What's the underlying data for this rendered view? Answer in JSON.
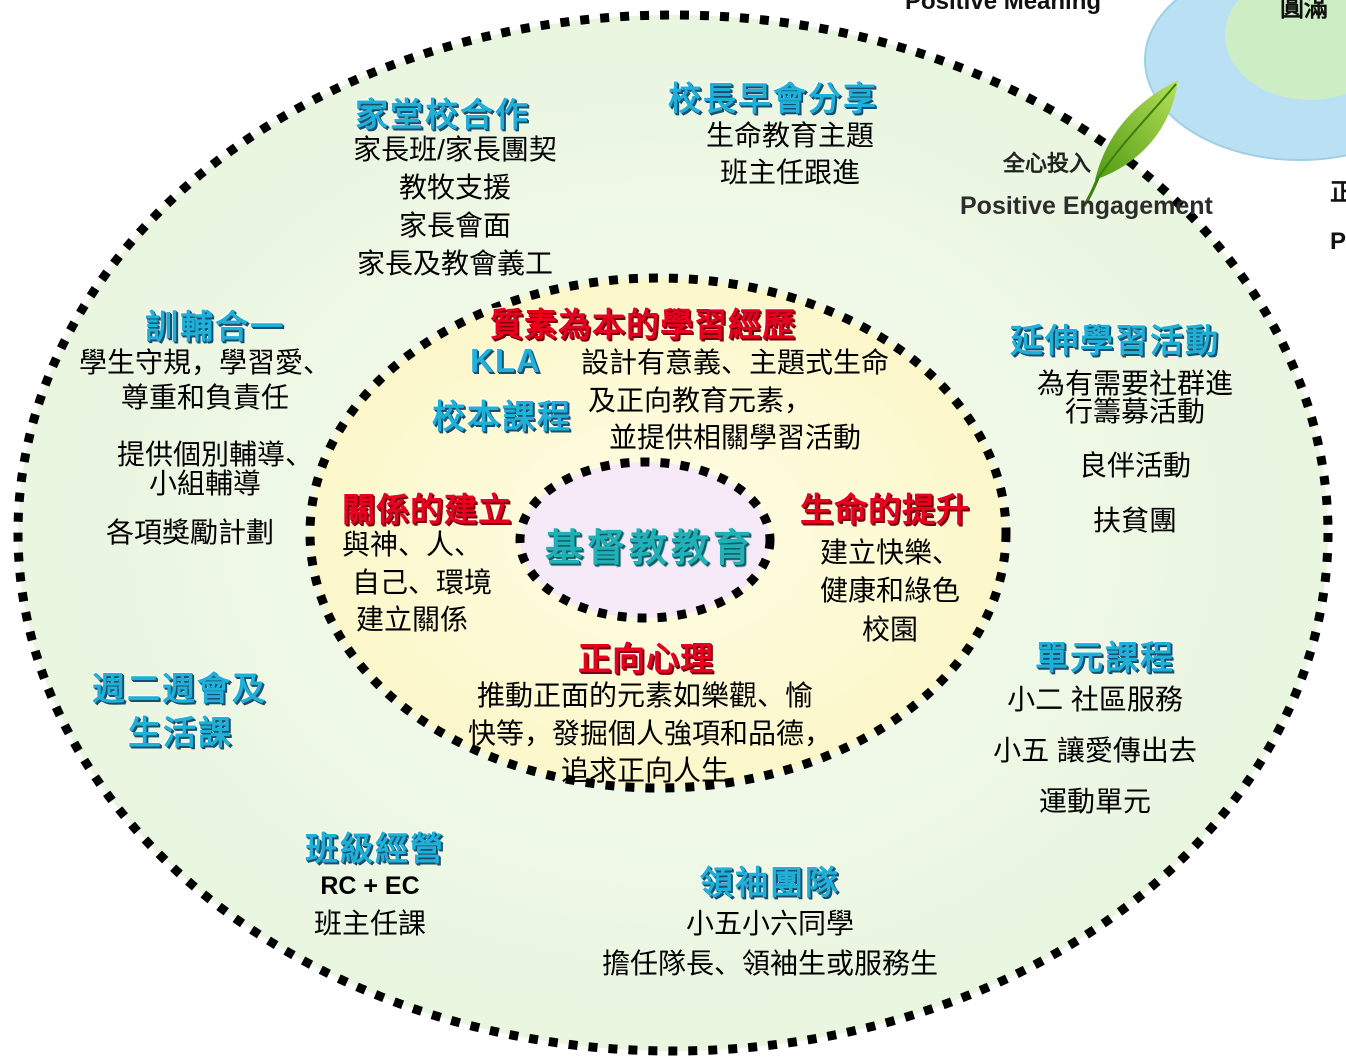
{
  "top_right": {
    "positive_meaning_label": "Positive Meaning",
    "cut_label_top": "圓滿",
    "engagement_zh": "全心投入",
    "engagement_en": "Positive Engagement",
    "cut_label_1": "正",
    "cut_label_2": "P"
  },
  "core": "基督教教育",
  "middle": {
    "top_title": "質素為本的學習經歷",
    "kla_label": "KLA",
    "school_curriculum_label": "校本課程",
    "top_text": [
      "設計有意義、主題式生命",
      "及正向教育元素，",
      "並提供相關學習活動"
    ],
    "left_title": "關係的建立",
    "left_text": [
      "與神、人、",
      "自己、環境",
      "建立關係"
    ],
    "right_title": "生命的提升",
    "right_text": [
      "建立快樂、",
      "健康和綠色",
      "校園"
    ],
    "bottom_title": "正向心理",
    "bottom_text": [
      "推動正面的元素如樂觀、愉",
      "快等，發掘個人強項和品德，",
      "追求正向人生"
    ]
  },
  "outer": {
    "home_school": {
      "title": "家堂校合作",
      "items": [
        "家長班/家長團契",
        "教牧支援",
        "家長會面",
        "家長及教會義工"
      ]
    },
    "principal": {
      "title": "校長早會分享",
      "items": [
        "生命教育主題",
        "班主任跟進"
      ]
    },
    "discipline": {
      "title": "訓輔合一",
      "items": [
        "學生守規，學習愛、",
        "尊重和負責任",
        "提供個別輔導、",
        "小組輔導",
        "各項獎勵計劃"
      ]
    },
    "extended": {
      "title": "延伸學習活動",
      "items": [
        "為有需要社群進",
        "行籌募活動",
        "良伴活動",
        "扶貧團"
      ]
    },
    "assembly": {
      "title_line1": "週二週會及",
      "title_line2": "生活課"
    },
    "unit": {
      "title": "單元課程",
      "items": [
        "小二 社區服務",
        "小五 讓愛傳出去",
        "運動單元"
      ]
    },
    "class": {
      "title": "班級經營",
      "items": [
        "RC + EC",
        "班主任課"
      ]
    },
    "leader": {
      "title": "領袖團隊",
      "items": [
        "小五小六同學",
        "擔任隊長、領袖生或服務生"
      ]
    }
  },
  "colors": {
    "outer_fill": "#eef8e6",
    "middle_fill": "#fdfbd3",
    "core_fill": "#f6e9f8",
    "heading_blue": "#1fb0d8",
    "heading_red": "#e8001c",
    "leaf_green": "#7cc11e",
    "bubble_blue": "#b9e1f3"
  }
}
